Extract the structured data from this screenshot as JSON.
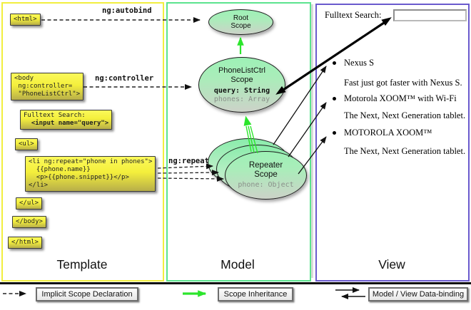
{
  "columns": {
    "template": "Template",
    "model": "Model",
    "view": "View"
  },
  "template": {
    "tags": {
      "html_open": "<html>",
      "body_open": "<body\n ng:controller=\n \"PhoneListCtrl\">",
      "fulltext_label": "Fulltext Search:",
      "fulltext_input": "  <input name=\"query\">",
      "ul_open": "<ul>",
      "li_repeat": "<li ng:repeat=\"phone in phones\">\n  {{phone.name}}\n  <p>{{phone.snippet}}</p>\n</li>",
      "ul_close": "</ul>",
      "body_close": "</body>",
      "html_close": "</html>"
    },
    "arrow_labels": {
      "autobind": "ng:autobind",
      "controller": "ng:controller",
      "repeat": "ng:repeat"
    }
  },
  "model": {
    "root_scope": {
      "title": "Root\nScope"
    },
    "phonelist_scope": {
      "title": "PhoneListCtrl\nScope",
      "query": "query: String",
      "phones": "phones: Array"
    },
    "repeater_scope": {
      "title": "Repeater\nScope",
      "phone": "phone: Object"
    }
  },
  "view": {
    "search_label": "Fulltext Search:",
    "items": [
      {
        "name": "Nexus S",
        "snippet": "Fast just got faster with Nexus S."
      },
      {
        "name": "Motorola XOOM™ with Wi-Fi",
        "snippet": "The Next, Next Generation tablet."
      },
      {
        "name": "MOTOROLA XOOM™",
        "snippet": "The Next, Next Generation tablet."
      }
    ]
  },
  "legend": {
    "implicit": "Implicit Scope Declaration",
    "inheritance": "Scope Inheritance",
    "binding": "Model / View Data-binding"
  },
  "colors": {
    "template_border": "#f2ee3f",
    "model_border": "#5be48e",
    "view_border": "#6a5acd",
    "code_box_yellow": "#f4ef3c",
    "scope_fill_green": "#9df1b6",
    "inheritance_arrow_green": "#2ce52c"
  }
}
